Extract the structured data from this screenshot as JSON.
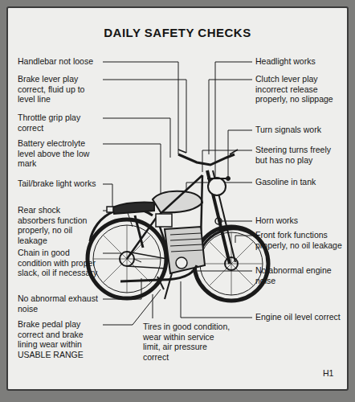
{
  "diagram": {
    "title": "DAILY SAFETY CHECKS",
    "labels": [
      "Handlebar not loose",
      "Brake lever play correct, fluid up to level line",
      "Throttle grip play correct",
      "Battery electrolyte level above the low mark",
      "Tail/brake light works",
      "Rear shock absorbers function properly, no oil leakage",
      "Chain in good condition with proper slack, oil if necessary",
      "No abnormal exhaust noise",
      "Brake pedal play correct and brake lining wear within USABLE RANGE",
      "Tires in good condition, wear within service limit, air pressure correct",
      "Headlight works",
      "Clutch lever play incorrect release properly, no slippage",
      "Turn signals work",
      "Steering turns freely but has no play",
      "Gasoline in tank",
      "Horn works",
      "Front fork functions properly, no oil leakage",
      "No abnormal engine noise",
      "Engine oil level correct",
      "H1"
    ]
  }
}
